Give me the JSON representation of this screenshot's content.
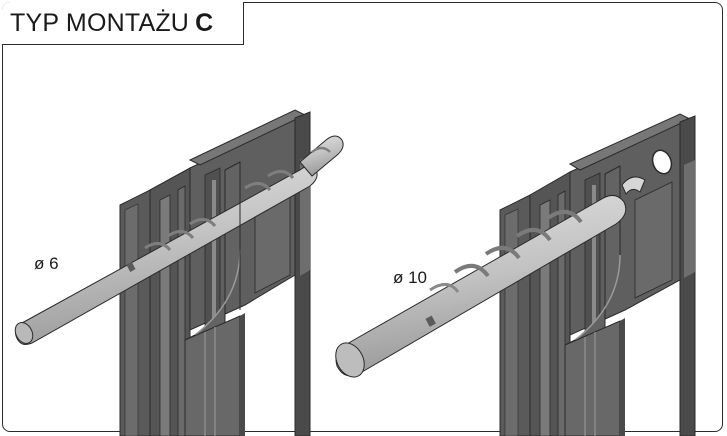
{
  "title": {
    "text": "TYP MONTAŻU",
    "letter": "C"
  },
  "drills": [
    {
      "label": "ø 6"
    },
    {
      "label": "ø 10"
    }
  ],
  "colors": {
    "profile_dark": "#4d4d4d",
    "profile_mid": "#6b6b6b",
    "profile_light": "#8a8a8a",
    "drill": "#c9c9c9",
    "frame": "#2b2b2b"
  }
}
